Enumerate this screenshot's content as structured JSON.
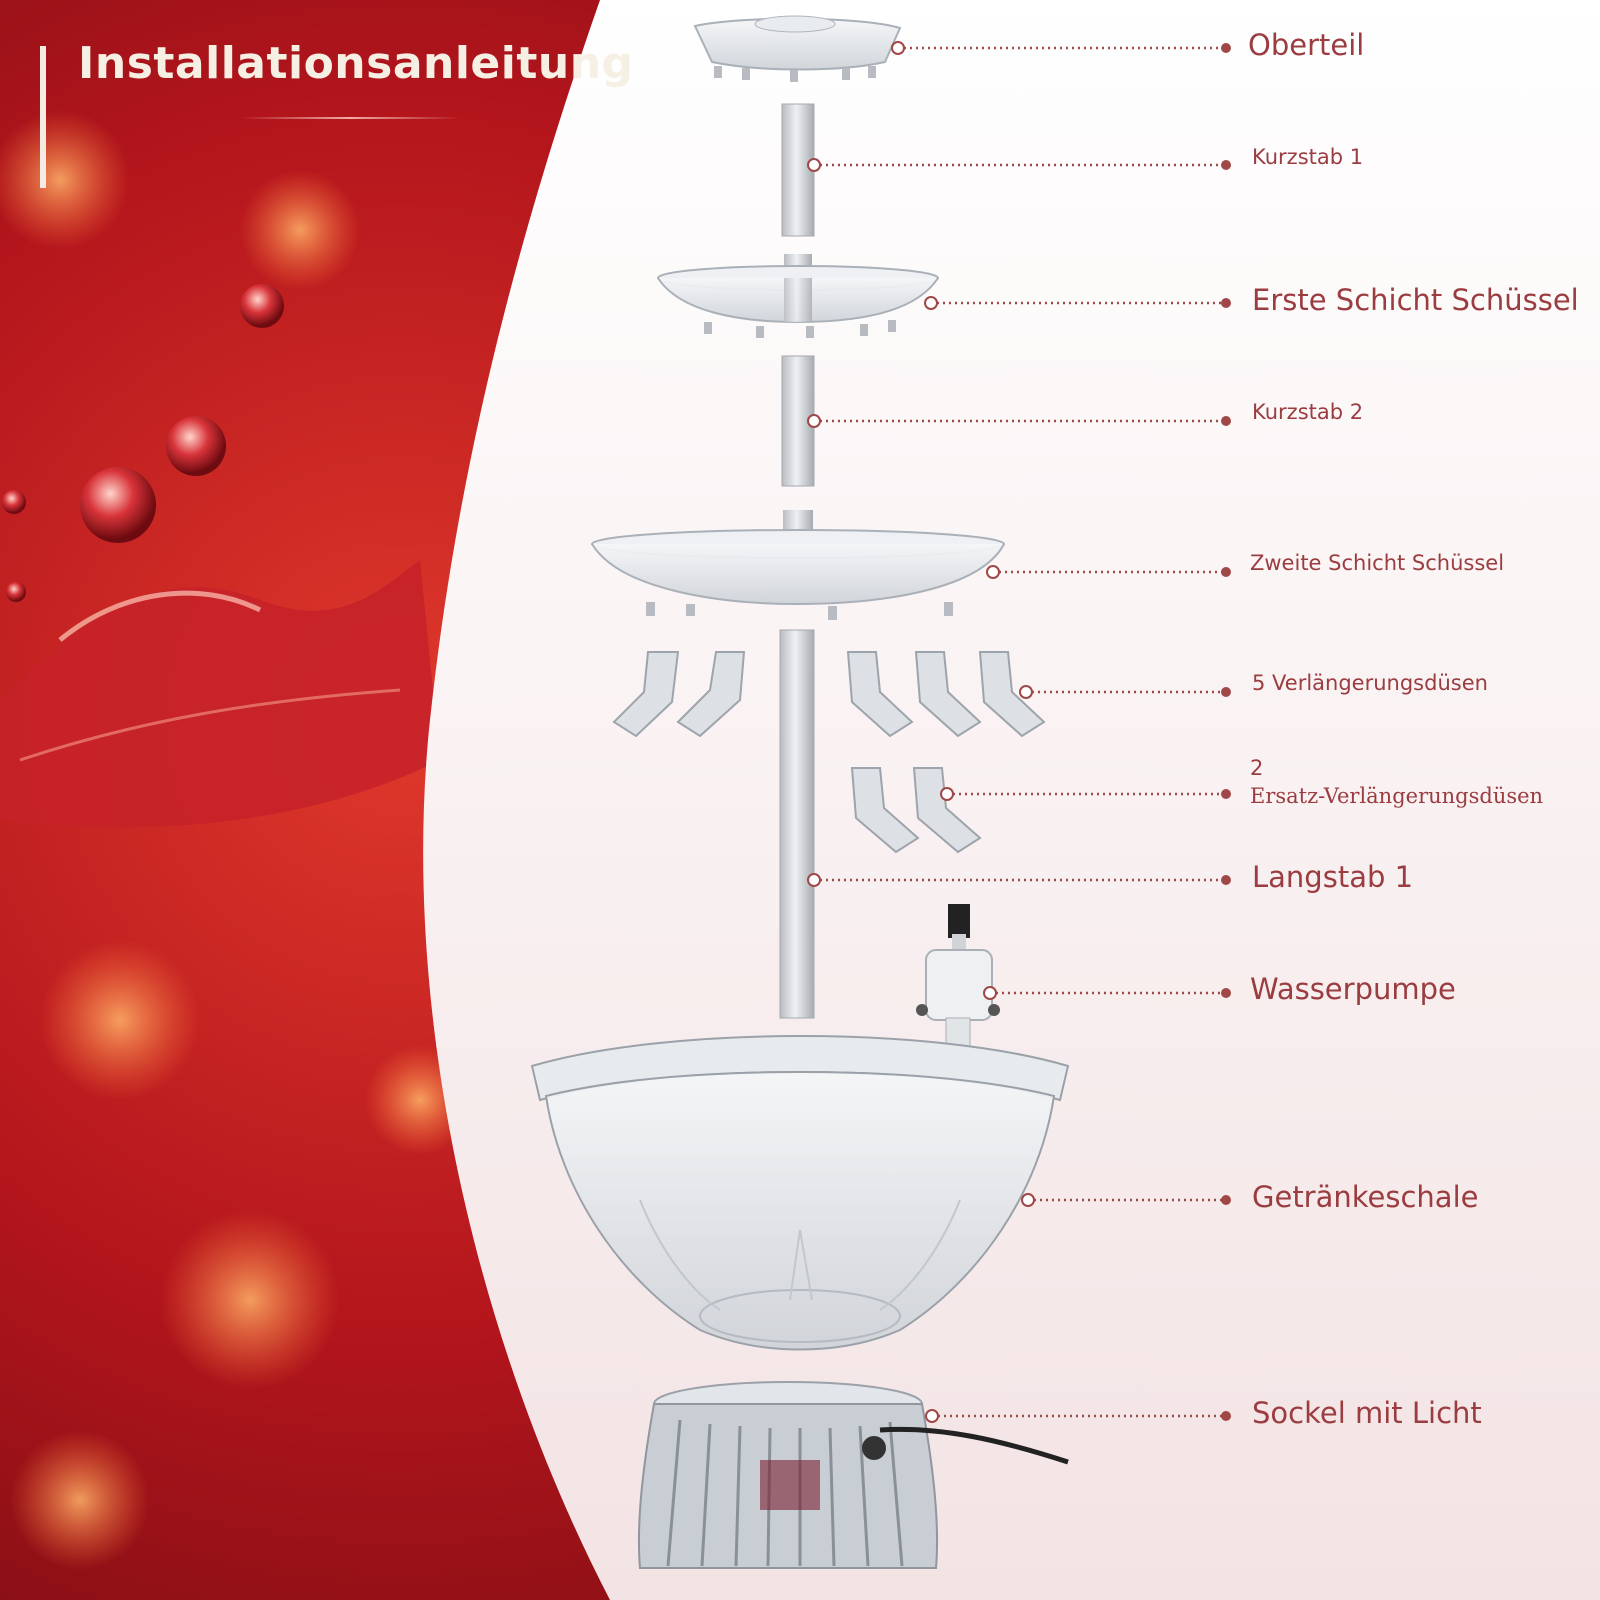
{
  "title": "Installationsanleitung",
  "colors": {
    "accent": "#9a3c40",
    "leader": "#a04848",
    "background_left": "#b3151c",
    "background_right": "#fbf4f4"
  },
  "labels": {
    "oberteil": "Oberteil",
    "kurzstab1": "Kurzstab 1",
    "erste_schicht": "Erste Schicht Schüssel",
    "kurzstab2": "Kurzstab 2",
    "zweite_schicht": "Zweite Schicht Schüssel",
    "duesen": "5 Verlängerungsdüsen",
    "ersatz_count": "2",
    "ersatz": "Ersatz-Verlängerungsdüsen",
    "langstab": "Langstab 1",
    "pumpe": "Wasserpumpe",
    "getraenkeschale": "Getränkeschale",
    "sockel": "Sockel mit Licht"
  }
}
